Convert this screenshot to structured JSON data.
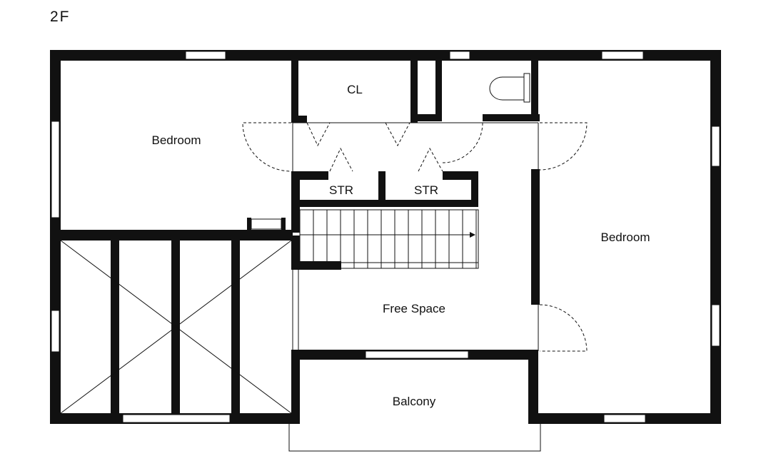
{
  "floor_label": "2F",
  "rooms": {
    "bedroom_west": "Bedroom",
    "closet": "CL",
    "storage_1": "STR",
    "storage_2": "STR",
    "bedroom_east": "Bedroom",
    "free_space": "Free Space",
    "balcony": "Balcony"
  }
}
